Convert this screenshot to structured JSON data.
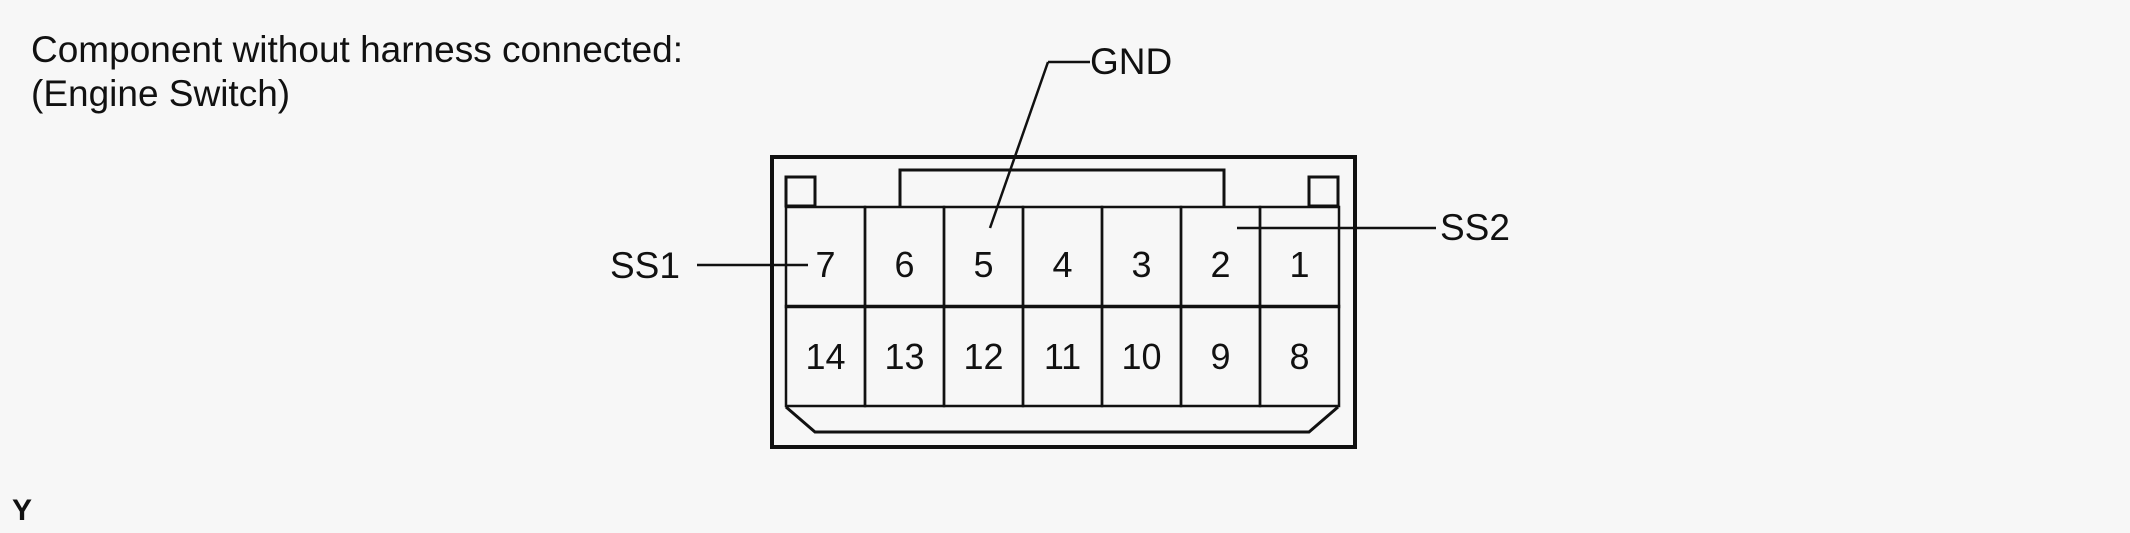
{
  "caption": {
    "line1": "Component without harness connected:",
    "line2": "(Engine Switch)"
  },
  "connector": {
    "top_row": [
      "7",
      "6",
      "5",
      "4",
      "3",
      "2",
      "1"
    ],
    "bottom_row": [
      "14",
      "13",
      "12",
      "11",
      "10",
      "9",
      "8"
    ]
  },
  "labels": {
    "gnd": "GND",
    "ss1": "SS1",
    "ss2": "SS2"
  },
  "figure_code": "Y"
}
